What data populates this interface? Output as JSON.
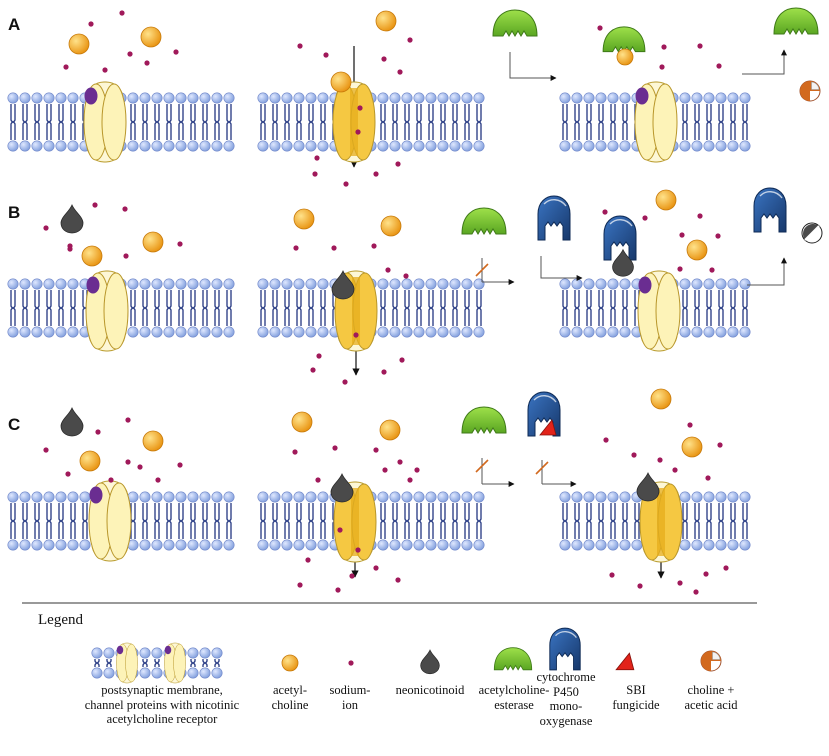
{
  "rows": [
    {
      "label": "A"
    },
    {
      "label": "B"
    },
    {
      "label": "C"
    }
  ],
  "legend": {
    "title": "Legend",
    "items": [
      {
        "name": "membrane",
        "lines": [
          "postsynaptic membrane,",
          "channel proteins with nicotinic",
          "acetylcholine receptor"
        ]
      },
      {
        "name": "acetylcholine",
        "lines": [
          "acetyl-",
          "choline"
        ]
      },
      {
        "name": "sodium-ion",
        "lines": [
          "sodium-",
          "ion"
        ]
      },
      {
        "name": "neonicotinoid",
        "lines": [
          "neonicotinoid"
        ]
      },
      {
        "name": "acetylcholinesterase",
        "lines": [
          "acetylcholine-",
          "esterase"
        ]
      },
      {
        "name": "cytochrome",
        "lines": [
          "cytochrome",
          "P450",
          "mono-",
          "oxygenase"
        ]
      },
      {
        "name": "sbi",
        "lines": [
          "SBI",
          "fungicide"
        ]
      },
      {
        "name": "choline",
        "lines": [
          "choline +",
          "acetic acid"
        ]
      }
    ]
  },
  "colors": {
    "lipid_head": "#9db4e8",
    "lipid_tail": "#33458a",
    "channel": "#fdf3b8",
    "channel_open": "#f5c842",
    "acetylcholine": "#f2a51e",
    "sodium": "#a0195a",
    "neonicotinoid": "#4a4a4a",
    "esterase": "#7ec636",
    "cytochrome": "#1f4f91",
    "sbi": "#e2231a",
    "choline": "#d2691e",
    "receptor_site": "#6a2d91"
  }
}
